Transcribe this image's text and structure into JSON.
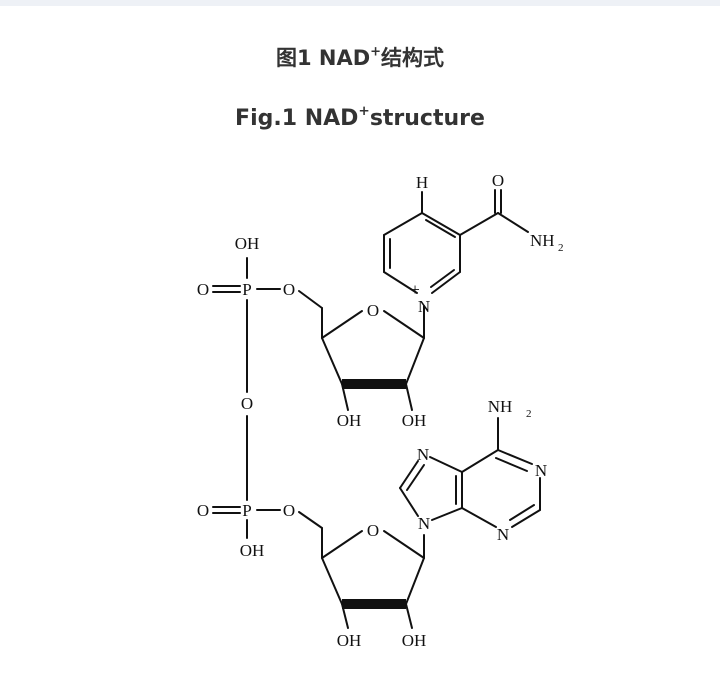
{
  "caption": {
    "cn_prefix": "图1 NAD",
    "cn_sup": "+",
    "cn_suffix": "结构式",
    "en_prefix": "Fig.1 NAD",
    "en_sup": "+",
    "en_suffix": "structure"
  },
  "structure": {
    "phosphate_top": {
      "oh": "OH",
      "o_double": "O",
      "p": "P",
      "o_link": "O"
    },
    "bridge_o": "O",
    "phosphate_bottom": {
      "o_double": "O",
      "p": "P",
      "o_link": "O",
      "oh": "OH"
    },
    "ribose_top": {
      "ring_o": "O",
      "oh_left": "OH",
      "oh_right": "OH"
    },
    "ribose_bottom": {
      "ring_o": "O",
      "oh_left": "OH",
      "oh_right": "OH"
    },
    "nicotinamide": {
      "h": "H",
      "carbonyl_o": "O",
      "amide_n": "NH",
      "amide_sub": "2",
      "ring_n": "N",
      "charge": "+"
    },
    "adenine": {
      "amine_n": "NH",
      "amine_sub": "2",
      "n7": "N",
      "n1": "N",
      "n3": "N",
      "n9": "N"
    }
  }
}
